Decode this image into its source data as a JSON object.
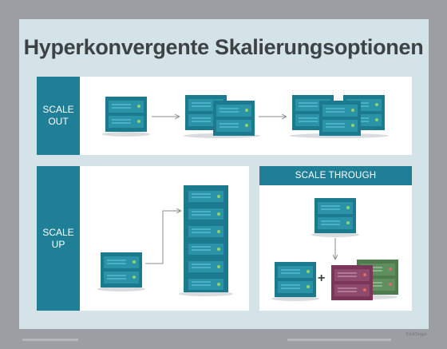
{
  "title": "Hyperkonvergente Skalierungsoptionen",
  "scale_out": {
    "label_line1": "SCALE",
    "label_line2": "OUT"
  },
  "scale_up": {
    "label_line1": "SCALE",
    "label_line2": "UP"
  },
  "scale_through": {
    "label": "SCALE THROUGH",
    "plus": "+"
  },
  "colors": {
    "accent": "#1f7f96",
    "server_teal": "#1c7a8e",
    "server_purple": "#7a3559",
    "server_green": "#4e7a4e",
    "background": "#9b9fa3",
    "card": "#d3e3e8"
  },
  "logo_text": "TechTarget"
}
